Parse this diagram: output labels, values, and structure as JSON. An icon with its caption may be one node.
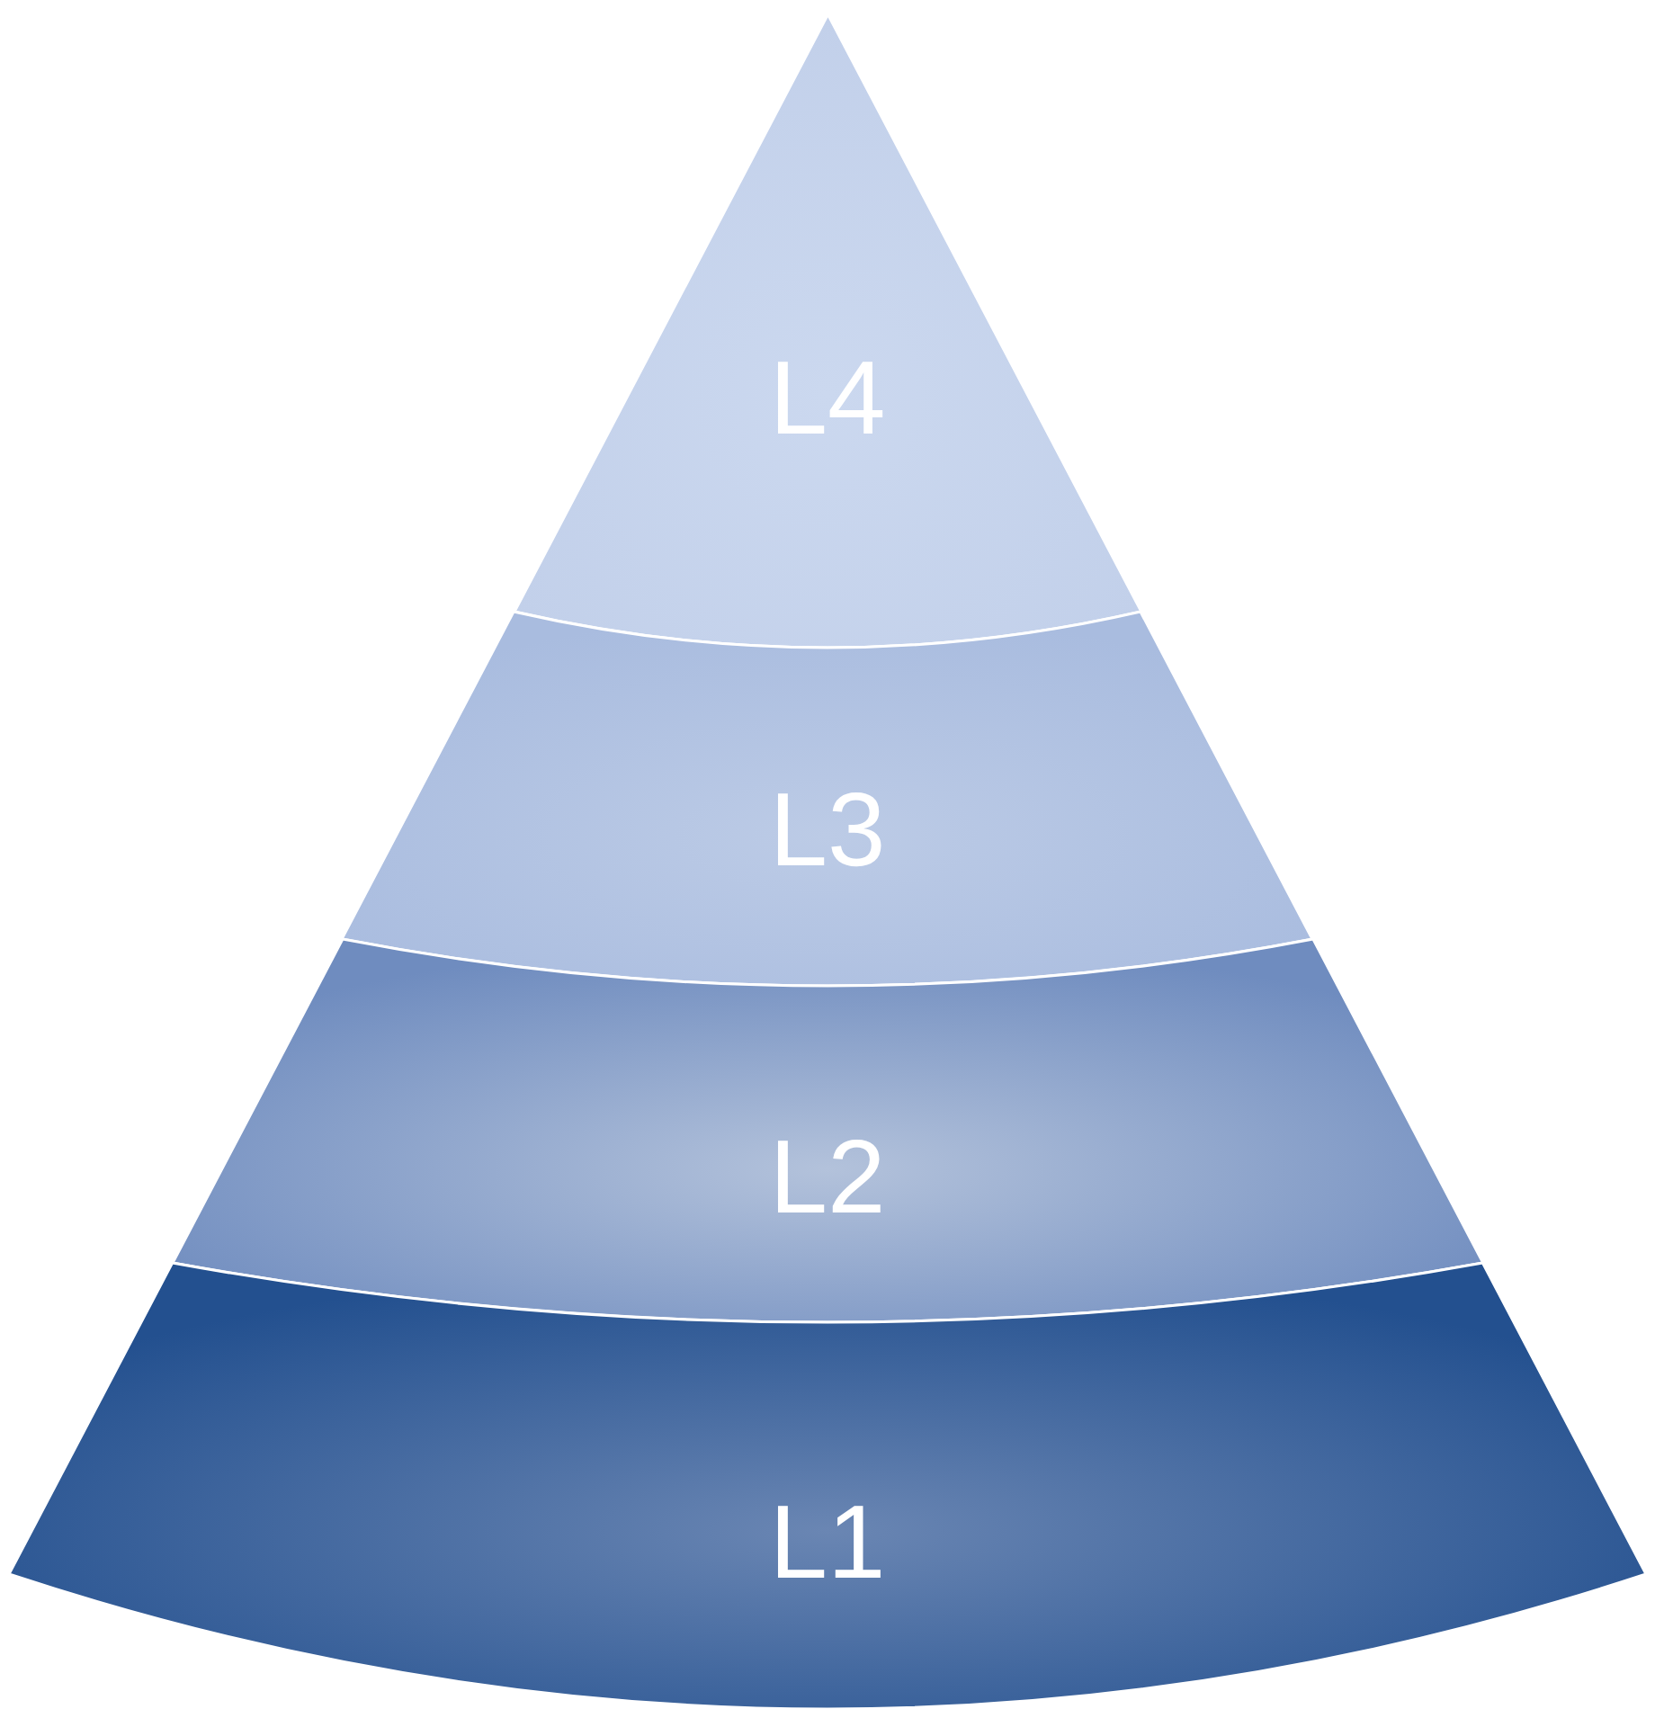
{
  "diagram": {
    "nodes": [
      {
        "text": [
          "L4"
        ]
      },
      {
        "text": [
          "L3"
        ]
      },
      {
        "text": [
          "L2"
        ]
      },
      {
        "text": [
          "L1"
        ]
      }
    ]
  }
}
